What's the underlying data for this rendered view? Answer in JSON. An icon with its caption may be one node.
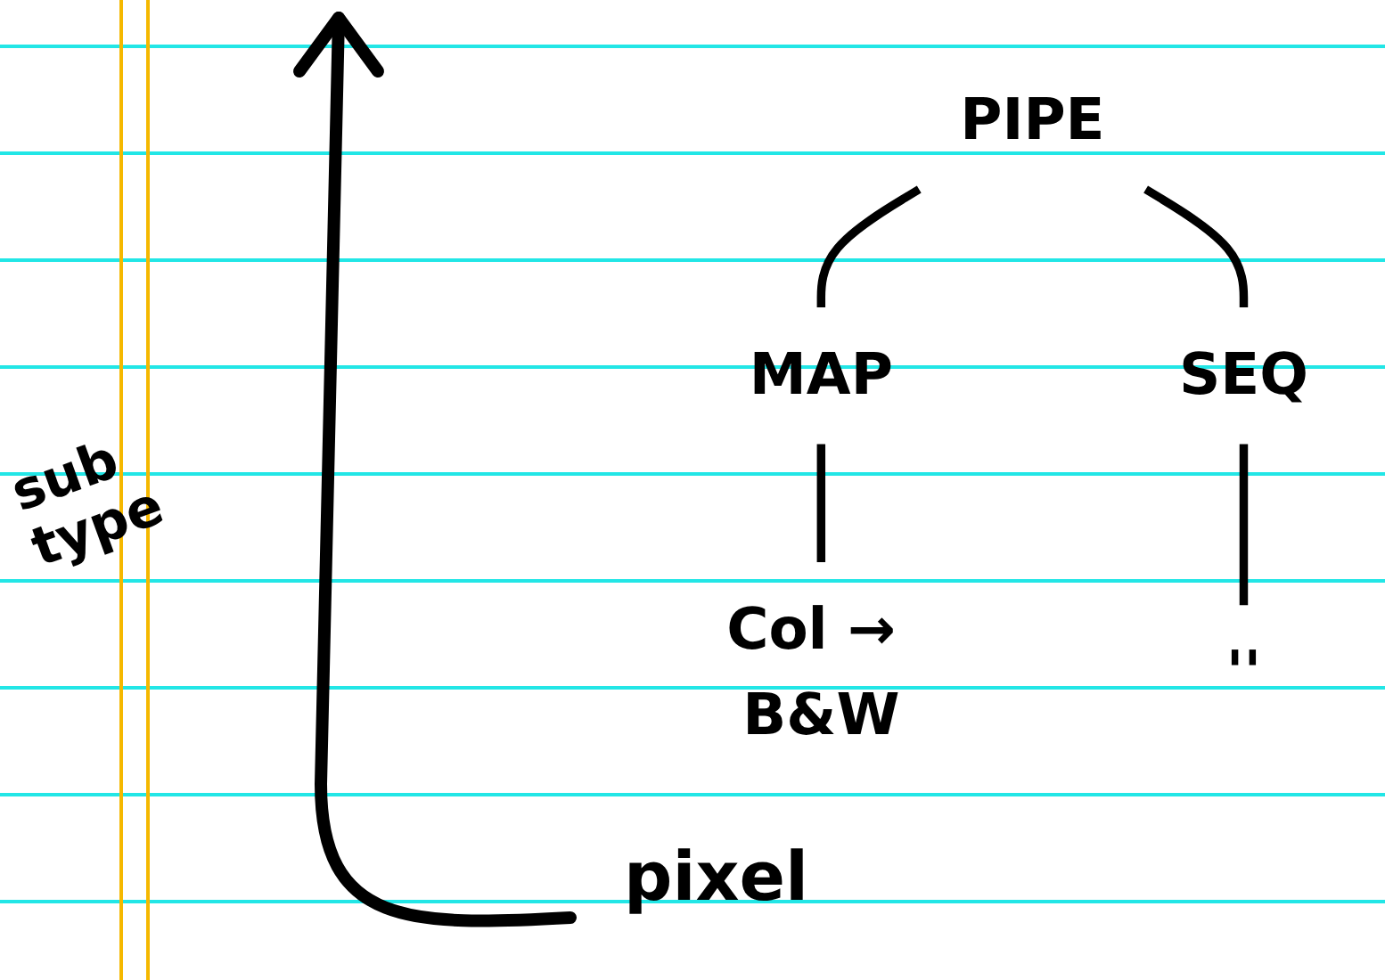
{
  "diagram": {
    "nodes": [
      {
        "text": [
          "PIPE"
        ]
      },
      {
        "text": [
          "MAP"
        ]
      },
      {
        "text": [
          "SEQ"
        ]
      },
      {
        "text": [
          "Col → B&W"
        ]
      },
      {
        "text": [
          "''"
        ]
      }
    ],
    "edges": [
      {
        "from": 0,
        "to": 1,
        "arrow": "none"
      },
      {
        "from": 0,
        "to": 2,
        "arrow": "none"
      },
      {
        "from": 1,
        "to": 3,
        "arrow": "none"
      },
      {
        "from": 2,
        "to": 4,
        "arrow": "none"
      }
    ],
    "labels": [
      "sub type",
      "pixel"
    ]
  }
}
